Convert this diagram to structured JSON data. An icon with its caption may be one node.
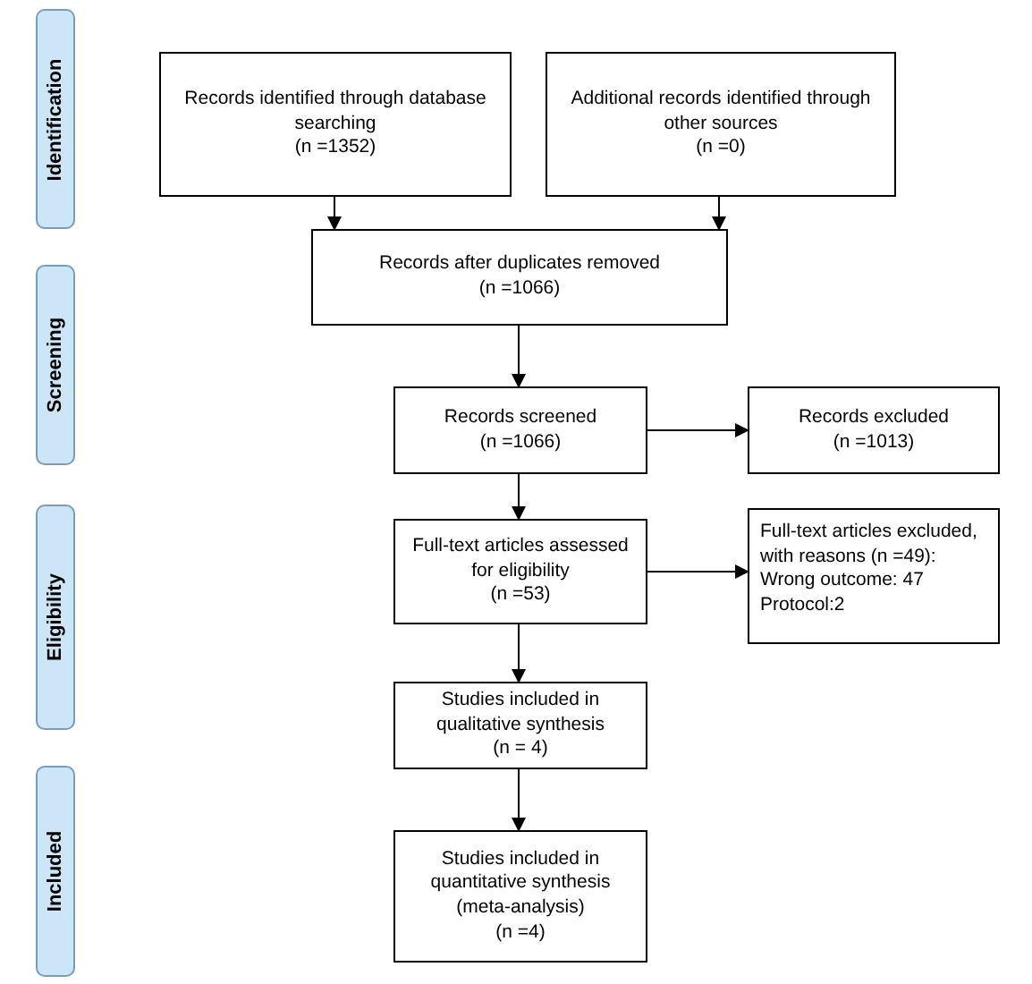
{
  "diagram": {
    "nodes": [
      {
        "text": [
          "Identification"
        ]
      },
      {
        "text": [
          "Screening"
        ]
      },
      {
        "text": [
          "Eligibility"
        ]
      },
      {
        "text": [
          "Included"
        ]
      },
      {
        "text": [
          "Records identified through database searching",
          "(n =1352)"
        ]
      },
      {
        "text": [
          "Additional records identified through other sources",
          "(n =0)"
        ]
      },
      {
        "text": [
          "Records after duplicates removed",
          "(n =1066)"
        ]
      },
      {
        "text": [
          "Records screened",
          "(n =1066)"
        ]
      },
      {
        "text": [
          "Records excluded",
          "(n =1013)"
        ]
      },
      {
        "text": [
          "Full-text articles assessed for eligibility",
          "(n =53)"
        ]
      },
      {
        "text": [
          "Full-text articles excluded, with reasons (n =49):",
          "Wrong outcome: 47",
          "Protocol:2"
        ]
      },
      {
        "text": [
          "Studies included in qualitative synthesis",
          "(n = 4)"
        ]
      },
      {
        "text": [
          "Studies included in quantitative synthesis (meta-analysis)",
          "(n =4)"
        ]
      }
    ],
    "edges": [
      {
        "from": 4,
        "to": 6,
        "arrow": "to"
      },
      {
        "from": 5,
        "to": 6,
        "arrow": "to"
      },
      {
        "from": 6,
        "to": 7,
        "arrow": "to"
      },
      {
        "from": 7,
        "to": 8,
        "arrow": "to"
      },
      {
        "from": 7,
        "to": 9,
        "arrow": "to"
      },
      {
        "from": 9,
        "to": 10,
        "arrow": "to"
      },
      {
        "from": 9,
        "to": 11,
        "arrow": "to"
      },
      {
        "from": 11,
        "to": 12,
        "arrow": "to"
      }
    ]
  }
}
